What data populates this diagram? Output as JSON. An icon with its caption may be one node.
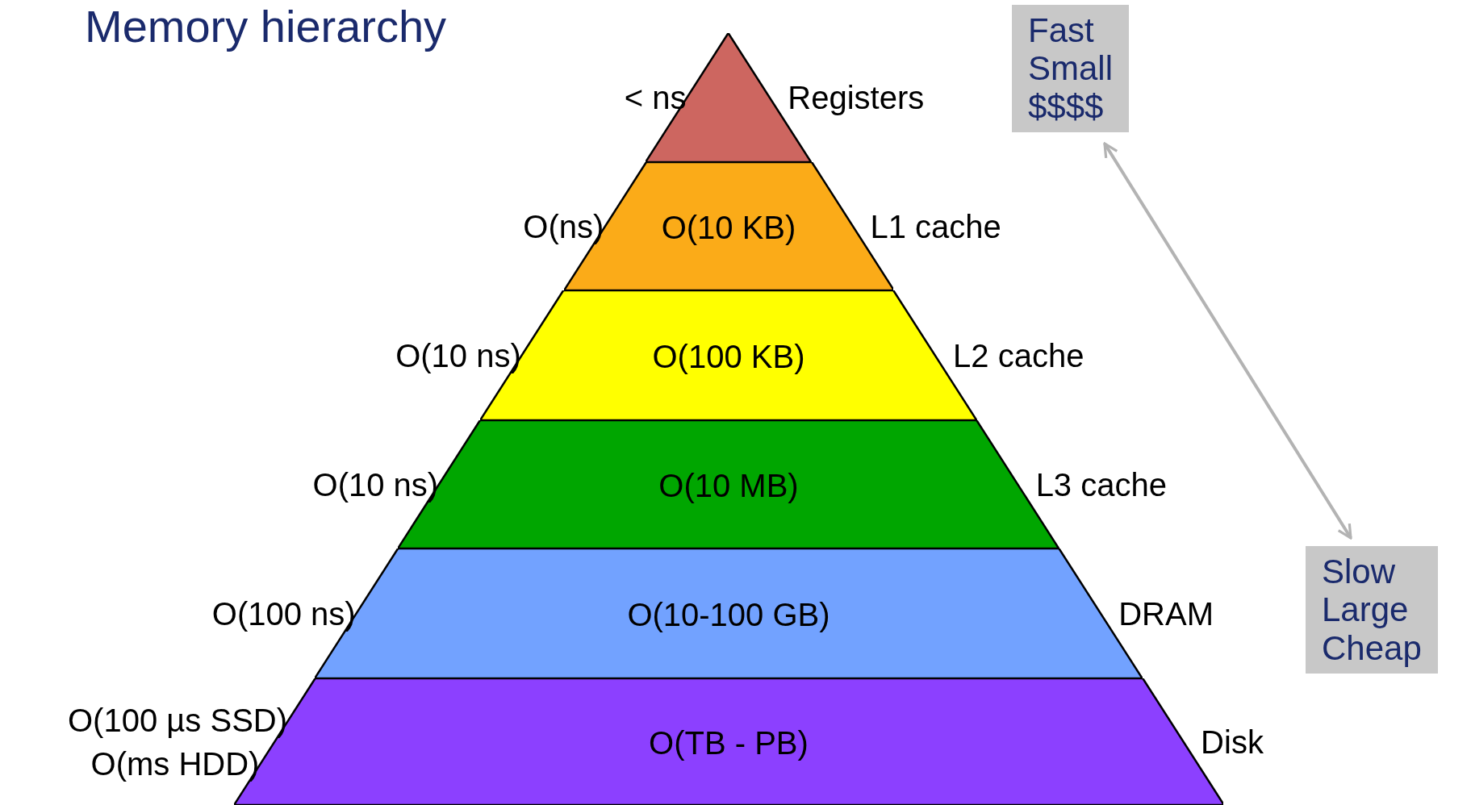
{
  "diagram": {
    "title": "Memory hierarchy",
    "nodes": [
      {
        "text": [],
        "shape": "triangle",
        "beside": [
          "< ns",
          "Registers"
        ]
      },
      {
        "text": [
          "O(10 KB)"
        ],
        "beside": [
          "O(ns)",
          "L1 cache"
        ]
      },
      {
        "text": [
          "O(100 KB)"
        ],
        "beside": [
          "O(10 ns)",
          "L2 cache"
        ]
      },
      {
        "text": [
          "O(10 MB)"
        ],
        "beside": [
          "O(10 ns)",
          "L3 cache"
        ]
      },
      {
        "text": [
          "O(10-100 GB)"
        ],
        "beside": [
          "O(100 ns)",
          "DRAM"
        ]
      },
      {
        "text": [
          "O(TB - PB)"
        ],
        "beside": [
          "O(100 µs SSD)",
          "O(ms HDD)",
          "Disk"
        ]
      },
      {
        "text": [
          "Fast",
          "Small",
          "$$$$"
        ]
      },
      {
        "text": [
          "Slow",
          "Large",
          "Cheap"
        ]
      }
    ],
    "edges": [
      {
        "from": 6,
        "to": 7,
        "arrow": "both",
        "color": "#b3b3b3"
      }
    ]
  }
}
